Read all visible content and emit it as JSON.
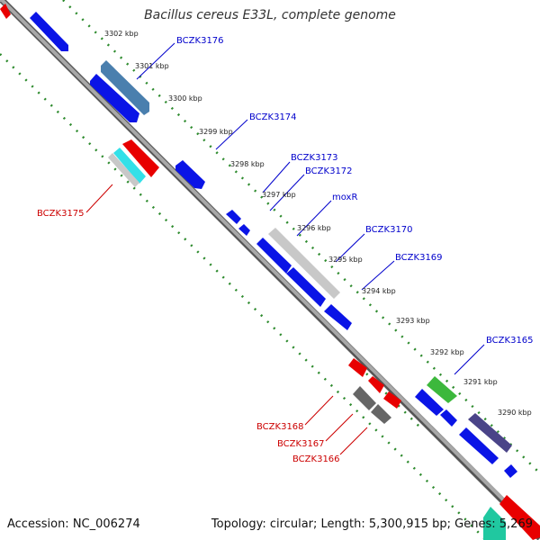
{
  "title": "Bacillus cereus E33L, complete genome",
  "accession_label": "Accession: NC_006274",
  "topology_label": "Topology: circular; Length: 5,300,915 bp; Genes: 5,269",
  "kbp_ticks": [
    "3302 kbp",
    "3301 kbp",
    "3300 kbp",
    "3299 kbp",
    "3298 kbp",
    "3297 kbp",
    "3296 kbp",
    "3295 kbp",
    "3294 kbp",
    "3293 kbp",
    "3292 kbp",
    "3291 kbp",
    "3290 kbp"
  ],
  "gene_labels": [
    "BCZK3176",
    "BCZK3174",
    "BCZK3173",
    "BCZK3172",
    "moxR",
    "BCZK3170",
    "BCZK3169",
    "BCZK3165",
    "BCZK3175",
    "BCZK3168",
    "BCZK3167",
    "BCZK3166"
  ],
  "colors": {
    "forward_blue": "#0a14e6",
    "steel_blue": "#4a7fae",
    "gray_feature": "#c8c8c8",
    "dark_gray_feature": "#666666",
    "reverse_red": "#e80000",
    "cyan_feature": "#33e0e8",
    "green_feature": "#3cb83c",
    "purple_feature": "#4a4488",
    "teal_feature": "#20c8a0",
    "backbone": "#888888",
    "dotted_track": "#2e8b2e",
    "label_blue": "#0000cc",
    "label_red": "#cc0000"
  }
}
